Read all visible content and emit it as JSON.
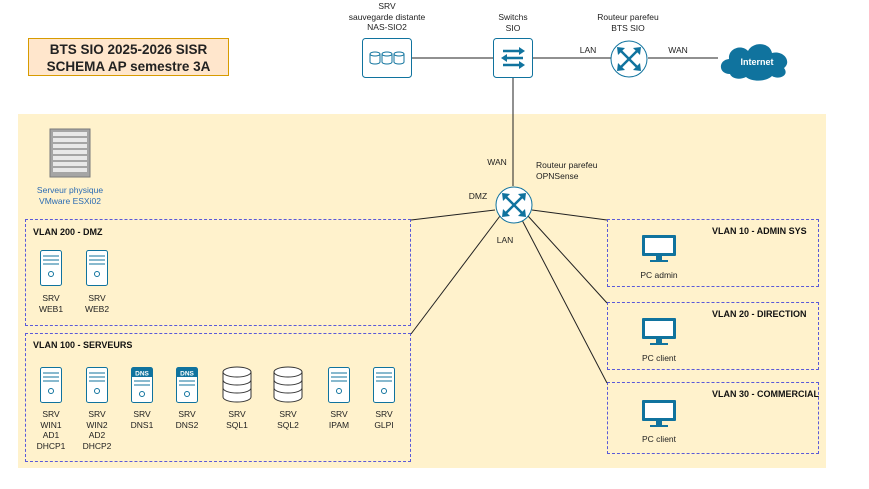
{
  "title": {
    "line1": "BTS SIO 2025-2026 SISR",
    "line2": "SCHEMA AP semestre 3A"
  },
  "nas": {
    "line1": "SRV",
    "line2": "sauvegarde distante",
    "line3": "NAS-SIO2"
  },
  "switch": {
    "line1": "Switchs",
    "line2": "SIO"
  },
  "router_bts": {
    "line1": "Routeur parefeu",
    "line2": "BTS SIO"
  },
  "internet": {
    "label": "Internet"
  },
  "link_labels": {
    "lan_top": "LAN",
    "wan_top": "WAN",
    "wan": "WAN",
    "dmz": "DMZ",
    "lan": "LAN"
  },
  "opnsense": {
    "line1": "Routeur parefeu",
    "line2": "OPNSense"
  },
  "esxi": {
    "line1": "Serveur physique",
    "line2": "VMware ESXi02"
  },
  "vlan200": {
    "title": "VLAN 200 - DMZ",
    "servers": [
      {
        "line1": "SRV",
        "line2": "WEB1"
      },
      {
        "line1": "SRV",
        "line2": "WEB2"
      }
    ]
  },
  "vlan100": {
    "title": "VLAN 100 - SERVEURS",
    "servers": [
      {
        "lines": [
          "SRV",
          "WIN1",
          "AD1",
          "DHCP1"
        ],
        "icon": "server"
      },
      {
        "lines": [
          "SRV",
          "WIN2",
          "AD2",
          "DHCP2"
        ],
        "icon": "server"
      },
      {
        "lines": [
          "SRV",
          "DNS1"
        ],
        "icon": "dns-server",
        "badge": "DNS"
      },
      {
        "lines": [
          "SRV",
          "DNS2"
        ],
        "icon": "dns-server",
        "badge": "DNS"
      },
      {
        "lines": [
          "SRV",
          "SQL1"
        ],
        "icon": "database"
      },
      {
        "lines": [
          "SRV",
          "SQL2"
        ],
        "icon": "database"
      },
      {
        "lines": [
          "SRV",
          "IPAM"
        ],
        "icon": "server"
      },
      {
        "lines": [
          "SRV",
          "GLPI"
        ],
        "icon": "server"
      }
    ]
  },
  "vlan10": {
    "title": "VLAN 10 - ADMIN SYS",
    "pc": "PC admin"
  },
  "vlan20": {
    "title": "VLAN 20 - DIRECTION",
    "pc": "PC client"
  },
  "vlan30": {
    "title": "VLAN 30 - COMMERCIAL",
    "pc": "PC client"
  },
  "colors": {
    "zone_bg": "#fff2cc",
    "title_bg": "#ffe6cc",
    "title_border": "#d79b00",
    "vlan_border": "#5a5ad8",
    "icon_blue": "#10739e",
    "esxi_text": "#2b6bb3"
  }
}
